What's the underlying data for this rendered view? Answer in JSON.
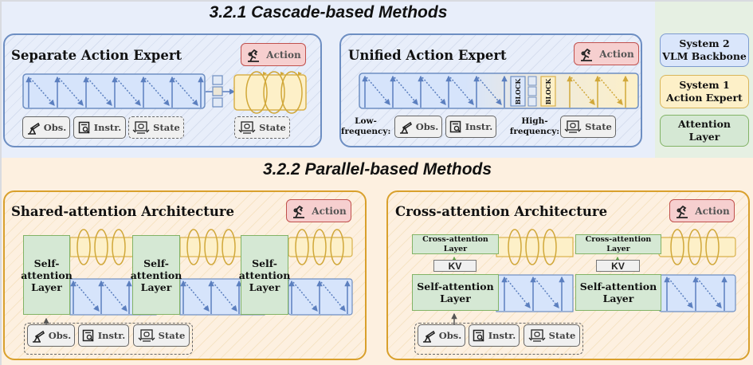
{
  "sections": {
    "cascade": {
      "title": "3.2.1 Cascade-based Methods"
    },
    "parallel": {
      "title": "3.2.2 Parallel-based Methods"
    }
  },
  "legend": {
    "items": [
      {
        "line1": "System 2",
        "line2": "VLM Backbone",
        "color": "#dae6fb"
      },
      {
        "line1": "System 1",
        "line2": "Action Expert",
        "color": "#fdf0c8"
      },
      {
        "line1": "Attention",
        "line2": "Layer",
        "color": "#d5e8d4"
      }
    ]
  },
  "panels": {
    "separate": {
      "title": "Separate Action Expert",
      "action_label": "Action",
      "inputs": {
        "obs": "Obs.",
        "instr": "Instr.",
        "state": "State"
      },
      "expert_state": "State"
    },
    "unified": {
      "title": "Unified Action Expert",
      "action_label": "Action",
      "block_label": "BLOCK",
      "low_freq_label_1": "Low-",
      "low_freq_label_2": "frequency:",
      "high_freq_label_1": "High-",
      "high_freq_label_2": "frequency:",
      "inputs": {
        "obs": "Obs.",
        "instr": "Instr.",
        "state": "State"
      }
    },
    "shared": {
      "title": "Shared-attention Architecture",
      "action_label": "Action",
      "layer_label_1": "Self-",
      "layer_label_2": "attention",
      "layer_label_3": "Layer",
      "inputs": {
        "obs": "Obs.",
        "instr": "Instr.",
        "state": "State"
      }
    },
    "cross": {
      "title": "Cross-attention Architecture",
      "action_label": "Action",
      "cross_label_1": "Cross-attention",
      "cross_label_2": "Layer",
      "self_label_1": "Self-attention",
      "self_label_2": "Layer",
      "kv_label": "KV",
      "inputs": {
        "obs": "Obs.",
        "instr": "Instr.",
        "state": "State"
      }
    }
  },
  "colors": {
    "vlm_blue": "#dae6fb",
    "vlm_stroke": "#6d8ec2",
    "expert_yellow": "#fdf0c8",
    "expert_stroke": "#d9b14a",
    "attention_green": "#d5e8d4",
    "action_red": "#f6cfcf"
  }
}
